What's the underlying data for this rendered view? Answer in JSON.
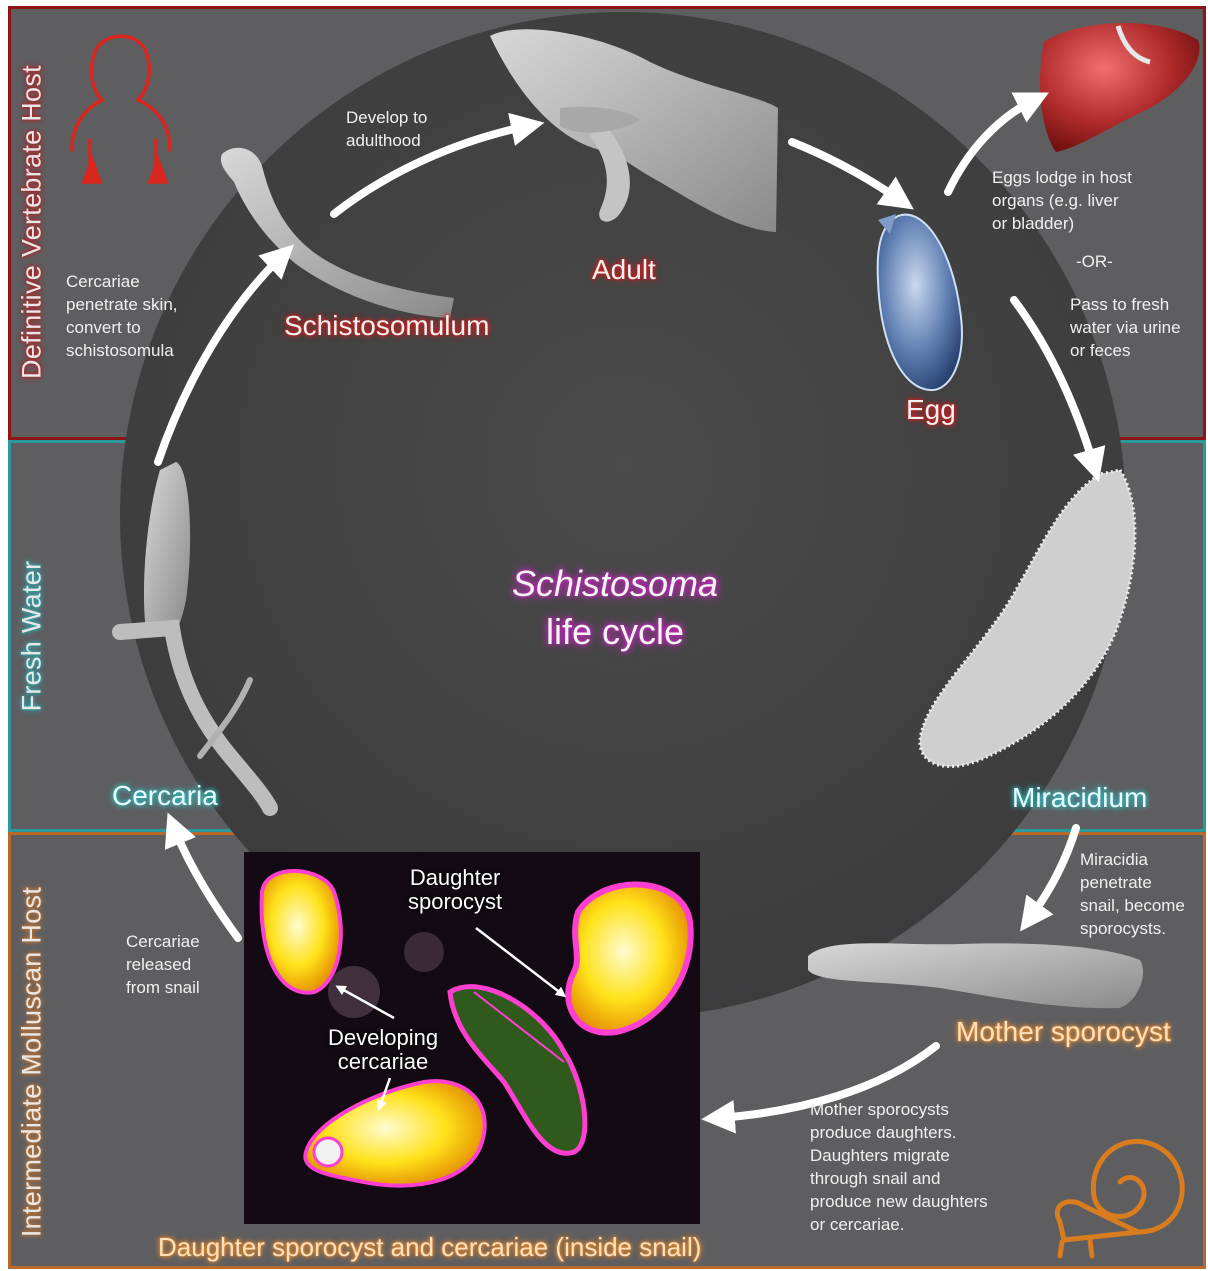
{
  "title": {
    "italic": "Schistosoma",
    "rest": "life cycle"
  },
  "zones": {
    "host": "Definitive Vertebrate Host",
    "water": "Fresh Water",
    "snail": "Intermediate Molluscan Host"
  },
  "stages": {
    "adult": "Adult",
    "egg": "Egg",
    "miracidium": "Miracidium",
    "mother_sporocyst": "Mother sporocyst",
    "daughter_and_cercariae": "Daughter sporocyst and cercariae (inside snail)",
    "cercaria": "Cercaria",
    "schistosomulum": "Schistosomulum"
  },
  "descriptions": {
    "develop": "Develop to\nadulthood",
    "eggs_lodge": "Eggs lodge in host\norgans (e.g. liver\nor bladder)",
    "or": "-OR-",
    "pass": "Pass to fresh\nwater via urine\nor feces",
    "miracidia": "Miracidia\npenetrate\nsnail, become\nsporocysts.",
    "mother": "Mother sporocysts\nproduce daughters.\nDaughters migrate\nthrough snail and\nproduce new daughters\nor cercariae.",
    "released": "Cercariae\nreleased\nfrom snail",
    "penetrate": "Cercariae\npenetrate skin,\nconvert to\nschistosomula"
  },
  "micrograph": {
    "daughter": "Daughter\nsporocyst",
    "developing": "Developing\ncercariae"
  },
  "colors": {
    "host_border": "#8e1515",
    "water_border": "#2a9a9e",
    "snail_border": "#b86a2a",
    "panel_bg": "#5e5e61",
    "arrow": "#ffffff"
  }
}
